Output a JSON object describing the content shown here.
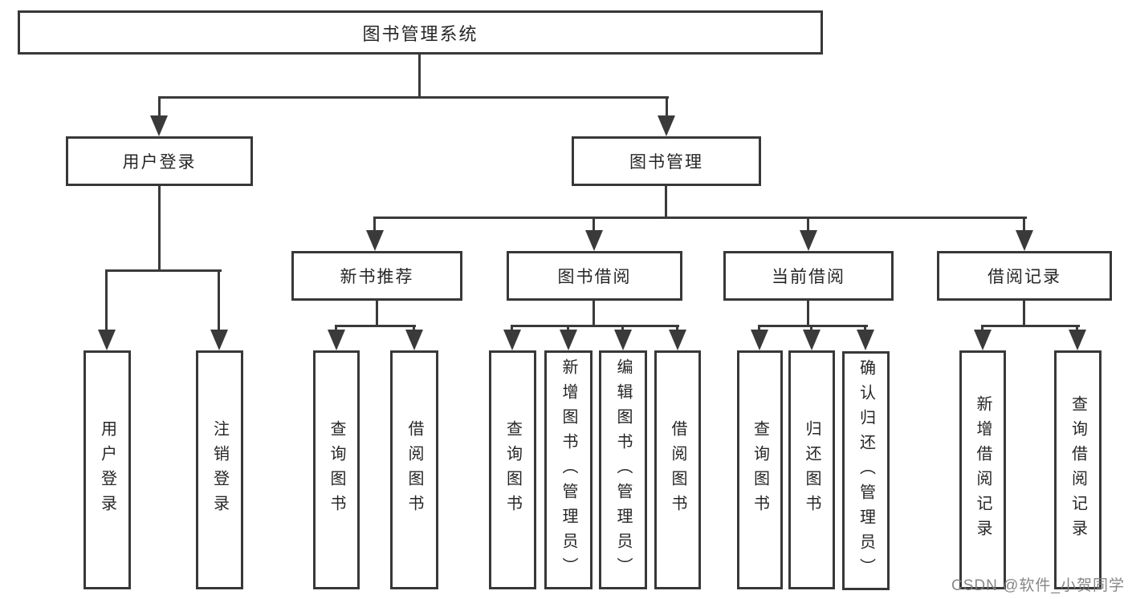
{
  "tree": {
    "label": "图书管理系统",
    "children": [
      {
        "label": "用户登录",
        "children": [
          {
            "label": "用户登录"
          },
          {
            "label": "注销登录"
          }
        ]
      },
      {
        "label": "图书管理",
        "children": [
          {
            "label": "新书推荐",
            "children": [
              {
                "label": "查询图书"
              },
              {
                "label": "借阅图书"
              }
            ]
          },
          {
            "label": "图书借阅",
            "children": [
              {
                "label": "查询图书"
              },
              {
                "label": "新增图书（管理员）"
              },
              {
                "label": "编辑图书（管理员）"
              },
              {
                "label": "借阅图书"
              }
            ]
          },
          {
            "label": "当前借阅",
            "children": [
              {
                "label": "查询图书"
              },
              {
                "label": "归还图书"
              },
              {
                "label": "确认归还（管理员）"
              }
            ]
          },
          {
            "label": "借阅记录",
            "children": [
              {
                "label": "新增借阅记录"
              },
              {
                "label": "查询借阅记录"
              }
            ]
          }
        ]
      }
    ]
  },
  "watermark": {
    "text": "CSDN @软件_小贺同学"
  },
  "colors": {
    "line": "#3a3a3a",
    "border": "#383838",
    "text": "#262626",
    "watermark": "#7d7d7d",
    "background": "#ffffff"
  }
}
